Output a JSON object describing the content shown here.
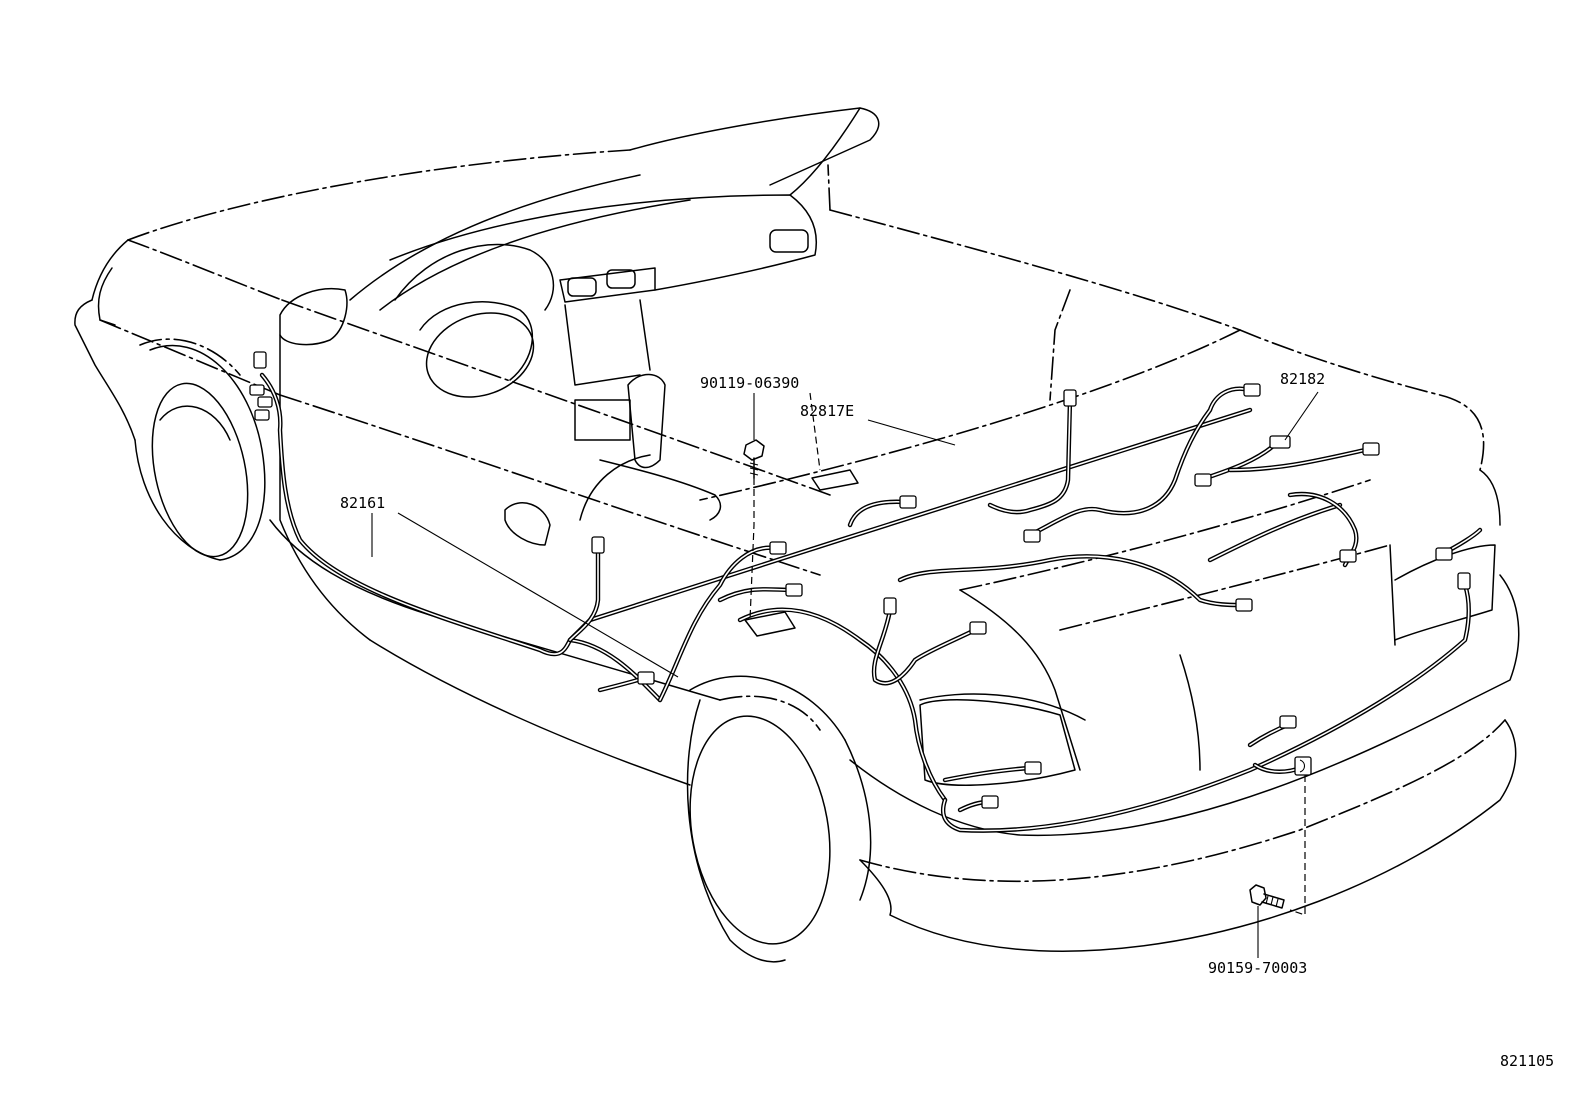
{
  "diagram": {
    "part_labels": {
      "bolt_center": "90119-06390",
      "pad_center": "82817E",
      "wire_rear_upper": "82182",
      "wire_left_side": "82161",
      "bolt_rear": "90159-70003"
    },
    "figure_number": "821105"
  }
}
